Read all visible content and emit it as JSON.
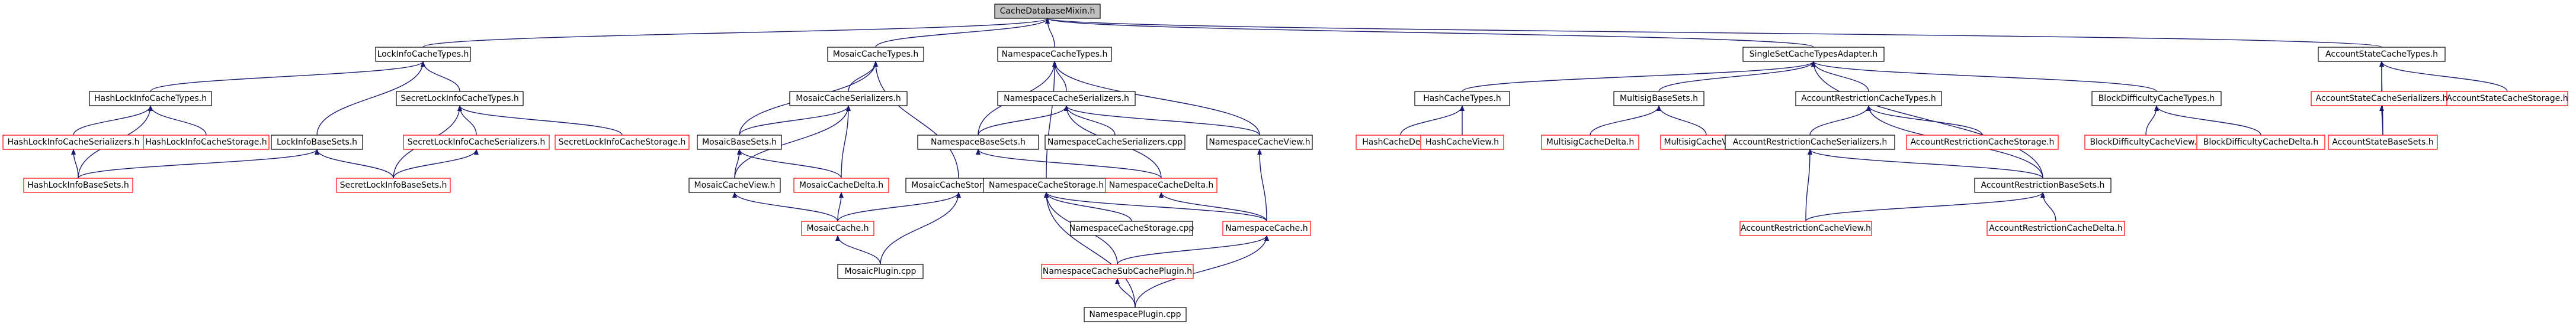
{
  "graph": {
    "root": "CacheDatabaseMixin.h",
    "colors": {
      "edge": "#191970",
      "normal_border": "#000000",
      "truncated_border": "#ff0000",
      "root_fill": "#bfbfbf"
    },
    "nodes": [
      {
        "id": "n0",
        "label": "CacheDatabaseMixin.h",
        "kind": "root"
      },
      {
        "id": "n1",
        "label": "LockInfoCacheTypes.h",
        "kind": "normal"
      },
      {
        "id": "n2",
        "label": "MosaicCacheTypes.h",
        "kind": "normal"
      },
      {
        "id": "n3",
        "label": "NamespaceCacheTypes.h",
        "kind": "normal"
      },
      {
        "id": "n4",
        "label": "SingleSetCacheTypesAdapter.h",
        "kind": "normal"
      },
      {
        "id": "n5",
        "label": "AccountStateCacheTypes.h",
        "kind": "normal"
      },
      {
        "id": "n6",
        "label": "HashLockInfoCacheTypes.h",
        "kind": "normal"
      },
      {
        "id": "n7",
        "label": "SecretLockInfoCacheTypes.h",
        "kind": "normal"
      },
      {
        "id": "n8",
        "label": "HashLockInfoCacheSerializers.h",
        "kind": "trunc"
      },
      {
        "id": "n9",
        "label": "HashLockInfoCacheStorage.h",
        "kind": "trunc"
      },
      {
        "id": "n10",
        "label": "LockInfoBaseSets.h",
        "kind": "normal"
      },
      {
        "id": "n11",
        "label": "SecretLockInfoCacheSerializers.h",
        "kind": "trunc"
      },
      {
        "id": "n12",
        "label": "SecretLockInfoCacheStorage.h",
        "kind": "trunc"
      },
      {
        "id": "n13",
        "label": "HashLockInfoBaseSets.h",
        "kind": "trunc"
      },
      {
        "id": "n14",
        "label": "SecretLockInfoBaseSets.h",
        "kind": "trunc"
      },
      {
        "id": "n15",
        "label": "MosaicCacheSerializers.h",
        "kind": "normal"
      },
      {
        "id": "n16",
        "label": "MosaicBaseSets.h",
        "kind": "normal"
      },
      {
        "id": "n17",
        "label": "MosaicCacheView.h",
        "kind": "normal"
      },
      {
        "id": "n18",
        "label": "MosaicCacheDelta.h",
        "kind": "trunc"
      },
      {
        "id": "n19",
        "label": "MosaicCacheStorage.h",
        "kind": "normal"
      },
      {
        "id": "n20",
        "label": "MosaicCache.h",
        "kind": "trunc"
      },
      {
        "id": "n21",
        "label": "MosaicPlugin.cpp",
        "kind": "normal"
      },
      {
        "id": "n22",
        "label": "NamespaceCacheSerializers.h",
        "kind": "normal"
      },
      {
        "id": "n23",
        "label": "NamespaceBaseSets.h",
        "kind": "normal"
      },
      {
        "id": "n24",
        "label": "NamespaceCacheSerializers.cpp",
        "kind": "normal"
      },
      {
        "id": "n25",
        "label": "NamespaceCacheView.h",
        "kind": "normal"
      },
      {
        "id": "n26",
        "label": "NamespaceCacheStorage.h",
        "kind": "normal"
      },
      {
        "id": "n27",
        "label": "NamespaceCacheDelta.h",
        "kind": "trunc"
      },
      {
        "id": "n28",
        "label": "NamespaceCacheStorage.cpp",
        "kind": "normal"
      },
      {
        "id": "n29",
        "label": "NamespaceCache.h",
        "kind": "trunc"
      },
      {
        "id": "n30",
        "label": "NamespaceCacheSubCachePlugin.h",
        "kind": "trunc"
      },
      {
        "id": "n31",
        "label": "NamespacePlugin.cpp",
        "kind": "normal"
      },
      {
        "id": "n32",
        "label": "HashCacheTypes.h",
        "kind": "normal"
      },
      {
        "id": "n33",
        "label": "HashCacheDelta.h",
        "kind": "trunc"
      },
      {
        "id": "n34",
        "label": "HashCacheView.h",
        "kind": "trunc"
      },
      {
        "id": "n35",
        "label": "MultisigBaseSets.h",
        "kind": "normal"
      },
      {
        "id": "n36",
        "label": "MultisigCacheDelta.h",
        "kind": "trunc"
      },
      {
        "id": "n37",
        "label": "MultisigCacheView.h",
        "kind": "trunc"
      },
      {
        "id": "n38",
        "label": "AccountRestrictionCacheTypes.h",
        "kind": "normal"
      },
      {
        "id": "n39",
        "label": "AccountRestrictionCacheSerializers.h",
        "kind": "normal"
      },
      {
        "id": "n40",
        "label": "AccountRestrictionCacheStorage.h",
        "kind": "trunc"
      },
      {
        "id": "n41",
        "label": "AccountRestrictionBaseSets.h",
        "kind": "normal"
      },
      {
        "id": "n42",
        "label": "AccountRestrictionCacheView.h",
        "kind": "trunc"
      },
      {
        "id": "n43",
        "label": "AccountRestrictionCacheDelta.h",
        "kind": "trunc"
      },
      {
        "id": "n44",
        "label": "BlockDifficultyCacheTypes.h",
        "kind": "normal"
      },
      {
        "id": "n45",
        "label": "BlockDifficultyCacheView.h",
        "kind": "trunc"
      },
      {
        "id": "n46",
        "label": "BlockDifficultyCacheDelta.h",
        "kind": "trunc"
      },
      {
        "id": "n47",
        "label": "AccountStateCacheSerializers.h",
        "kind": "trunc"
      },
      {
        "id": "n48",
        "label": "AccountStateCacheStorage.h",
        "kind": "trunc"
      },
      {
        "id": "n49",
        "label": "AccountStateBaseSets.h",
        "kind": "trunc"
      }
    ],
    "edges": [
      [
        "n0",
        "n1"
      ],
      [
        "n0",
        "n2"
      ],
      [
        "n0",
        "n3"
      ],
      [
        "n0",
        "n4"
      ],
      [
        "n0",
        "n5"
      ],
      [
        "n1",
        "n6"
      ],
      [
        "n1",
        "n7"
      ],
      [
        "n1",
        "n10"
      ],
      [
        "n6",
        "n8"
      ],
      [
        "n6",
        "n9"
      ],
      [
        "n6",
        "n13"
      ],
      [
        "n7",
        "n11"
      ],
      [
        "n7",
        "n12"
      ],
      [
        "n7",
        "n14"
      ],
      [
        "n8",
        "n13"
      ],
      [
        "n10",
        "n13"
      ],
      [
        "n10",
        "n14"
      ],
      [
        "n11",
        "n14"
      ],
      [
        "n2",
        "n15"
      ],
      [
        "n2",
        "n16"
      ],
      [
        "n2",
        "n19"
      ],
      [
        "n15",
        "n16"
      ],
      [
        "n15",
        "n17"
      ],
      [
        "n15",
        "n18"
      ],
      [
        "n16",
        "n17"
      ],
      [
        "n16",
        "n18"
      ],
      [
        "n17",
        "n20"
      ],
      [
        "n18",
        "n20"
      ],
      [
        "n19",
        "n20"
      ],
      [
        "n19",
        "n21"
      ],
      [
        "n20",
        "n21"
      ],
      [
        "n3",
        "n22"
      ],
      [
        "n3",
        "n23"
      ],
      [
        "n3",
        "n25"
      ],
      [
        "n3",
        "n26"
      ],
      [
        "n22",
        "n23"
      ],
      [
        "n22",
        "n24"
      ],
      [
        "n22",
        "n25"
      ],
      [
        "n22",
        "n27"
      ],
      [
        "n23",
        "n27"
      ],
      [
        "n25",
        "n29"
      ],
      [
        "n27",
        "n29"
      ],
      [
        "n26",
        "n28"
      ],
      [
        "n26",
        "n29"
      ],
      [
        "n26",
        "n30"
      ],
      [
        "n26",
        "n31"
      ],
      [
        "n29",
        "n30"
      ],
      [
        "n29",
        "n31"
      ],
      [
        "n30",
        "n31"
      ],
      [
        "n4",
        "n32"
      ],
      [
        "n4",
        "n35"
      ],
      [
        "n4",
        "n38"
      ],
      [
        "n4",
        "n44"
      ],
      [
        "n4",
        "n41"
      ],
      [
        "n32",
        "n33"
      ],
      [
        "n32",
        "n34"
      ],
      [
        "n35",
        "n36"
      ],
      [
        "n35",
        "n37"
      ],
      [
        "n38",
        "n39"
      ],
      [
        "n38",
        "n40"
      ],
      [
        "n38",
        "n41"
      ],
      [
        "n39",
        "n41"
      ],
      [
        "n39",
        "n42"
      ],
      [
        "n41",
        "n42"
      ],
      [
        "n41",
        "n43"
      ],
      [
        "n44",
        "n45"
      ],
      [
        "n44",
        "n46"
      ],
      [
        "n5",
        "n47"
      ],
      [
        "n5",
        "n48"
      ],
      [
        "n5",
        "n49"
      ],
      [
        "n47",
        "n49"
      ]
    ]
  }
}
